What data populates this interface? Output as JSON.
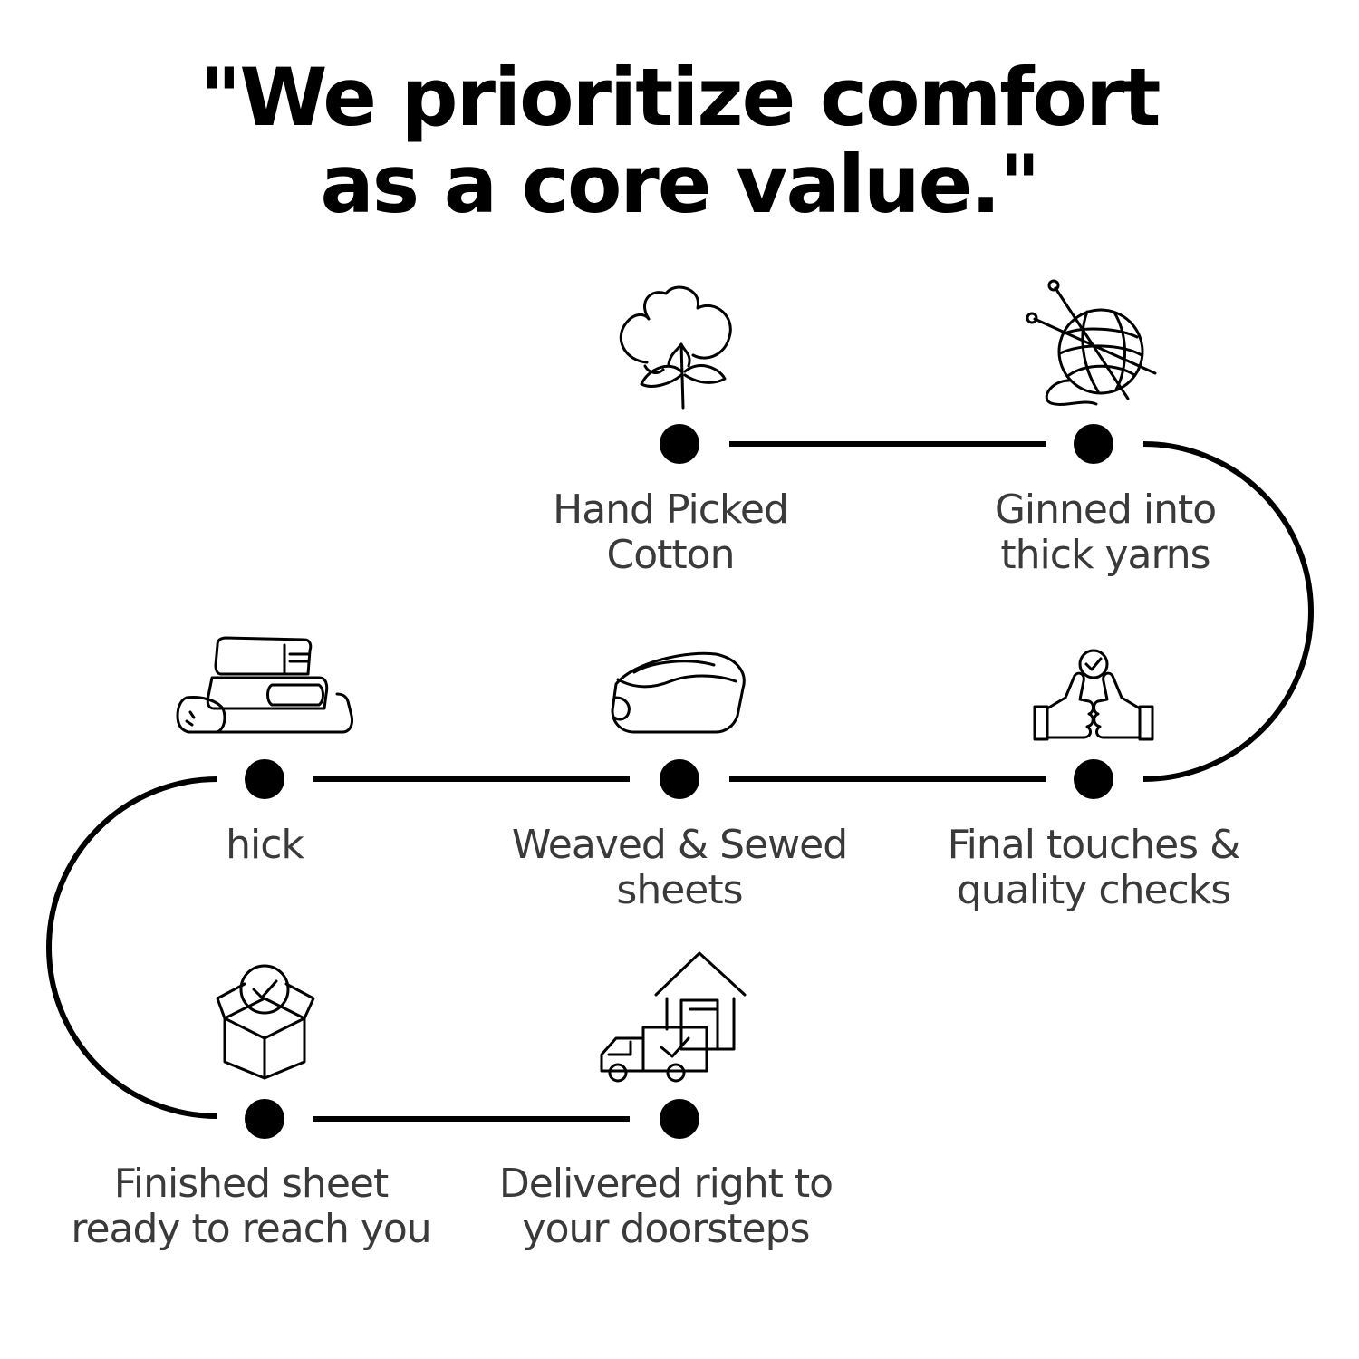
{
  "headline": {
    "line1": "\"We prioritize comfort",
    "line2": "as a core value.\""
  },
  "colors": {
    "text": "#000000",
    "label": "#3a3a3a",
    "line": "#000000",
    "background": "#ffffff"
  },
  "steps": [
    {
      "icon": "cotton-plant-icon",
      "line1": "Hand Picked",
      "line2": "Cotton"
    },
    {
      "icon": "yarn-ball-icon",
      "line1": "Ginned into",
      "line2": "thick yarns"
    },
    {
      "icon": "thumbs-up-check-icon",
      "line1": "Final touches &",
      "line2": "quality checks"
    },
    {
      "icon": "folded-sheet-icon",
      "line1": "Weaved & Sewed",
      "line2": "sheets"
    },
    {
      "icon": "towel-stack-icon",
      "line1": "hick",
      "line2": ""
    },
    {
      "icon": "checked-box-icon",
      "line1": "Finished sheet",
      "line2": "ready to reach you"
    },
    {
      "icon": "delivery-truck-house-icon",
      "line1": "Delivered right to",
      "line2": "your doorsteps"
    }
  ]
}
